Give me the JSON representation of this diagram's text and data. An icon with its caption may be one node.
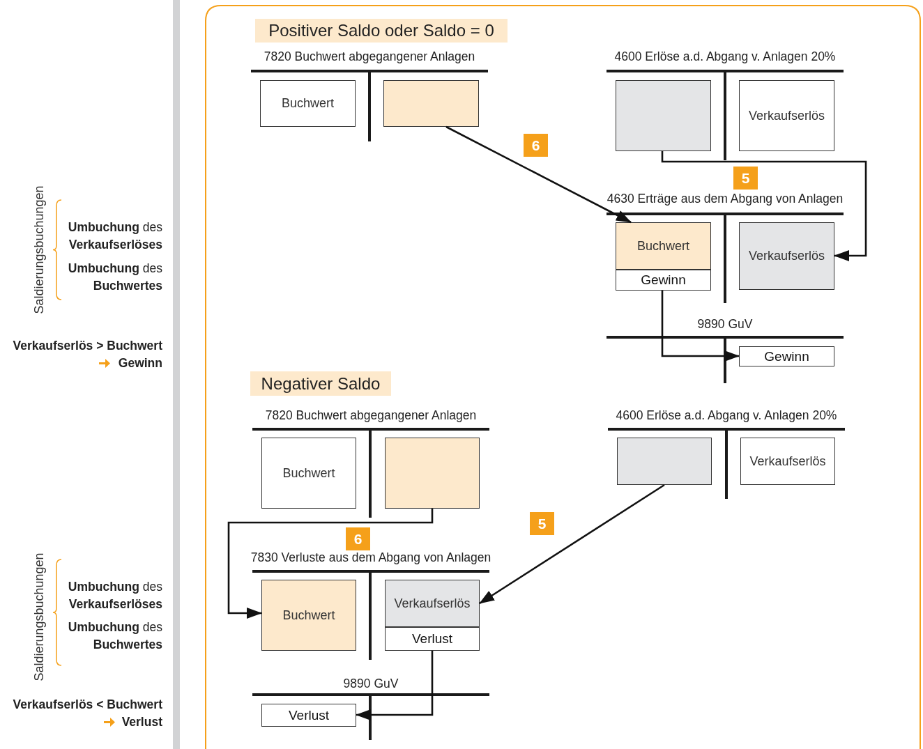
{
  "diagram": {
    "nodes": [
      {
        "text": [
          "Positiver Saldo oder Saldo = 0"
        ]
      },
      {
        "text": [
          "7820 Buchwert abgegangener Anlagen"
        ]
      },
      {
        "text": [
          "Buchwert"
        ],
        "in": 1
      },
      {
        "text": [],
        "shape": "box",
        "in": 1
      },
      {
        "text": [
          "4600 Erlöse a.d. Abgang v. Anlagen 20%"
        ]
      },
      {
        "text": [],
        "shape": "box",
        "in": 4
      },
      {
        "text": [
          "Verkaufserlös"
        ],
        "in": 4
      },
      {
        "text": [
          "4630 Erträge aus dem Abgang von Anlagen"
        ]
      },
      {
        "text": [
          "Buchwert"
        ],
        "in": 7
      },
      {
        "text": [
          "Gewinn"
        ],
        "in": 7
      },
      {
        "text": [
          "Verkaufserlös"
        ],
        "in": 7
      },
      {
        "text": [
          "9890 GuV"
        ]
      },
      {
        "text": [
          "Gewinn"
        ],
        "in": 11
      },
      {
        "text": [
          "Negativer Saldo"
        ]
      },
      {
        "text": [
          "7820 Buchwert abgegangener Anlagen"
        ]
      },
      {
        "text": [
          "Buchwert"
        ],
        "in": 14
      },
      {
        "text": [],
        "shape": "box",
        "in": 14
      },
      {
        "text": [
          "4600 Erlöse a.d. Abgang v. Anlagen 20%"
        ]
      },
      {
        "text": [],
        "shape": "box",
        "in": 17
      },
      {
        "text": [
          "Verkaufserlös"
        ],
        "in": 17
      },
      {
        "text": [
          "7830 Verluste aus dem Abgang von Anlagen"
        ]
      },
      {
        "text": [
          "Buchwert"
        ],
        "in": 20
      },
      {
        "text": [
          "Verkaufserlös"
        ],
        "in": 20
      },
      {
        "text": [
          "Verlust"
        ],
        "in": 20
      },
      {
        "text": [
          "9890 GuV"
        ]
      },
      {
        "text": [
          "Verlust"
        ],
        "in": 24
      }
    ],
    "edges": [
      {
        "from": 3,
        "to": 8,
        "arrow": "to",
        "label": "6"
      },
      {
        "from": 5,
        "to": 10,
        "arrow": "to",
        "label": "5"
      },
      {
        "from": 9,
        "to": 12,
        "arrow": "to"
      },
      {
        "from": 16,
        "to": 21,
        "arrow": "to",
        "label": "6"
      },
      {
        "from": 18,
        "to": 22,
        "arrow": "to",
        "label": "5"
      },
      {
        "from": 23,
        "to": 25,
        "arrow": "to"
      }
    ],
    "labels": [
      "Saldierungsbuchungen",
      "**Umbuchung** des **Verkaufserlöses**",
      "**Umbuchung** des **Buchwertes**",
      "Verkaufserlös > Buchwert",
      "Gewinn",
      "Saldierungsbuchungen",
      "**Umbuchung** des **Verkaufserlöses**",
      "**Umbuchung** des **Buchwertes**",
      "Verkaufserlös < Buchwert",
      "Verlust"
    ]
  }
}
